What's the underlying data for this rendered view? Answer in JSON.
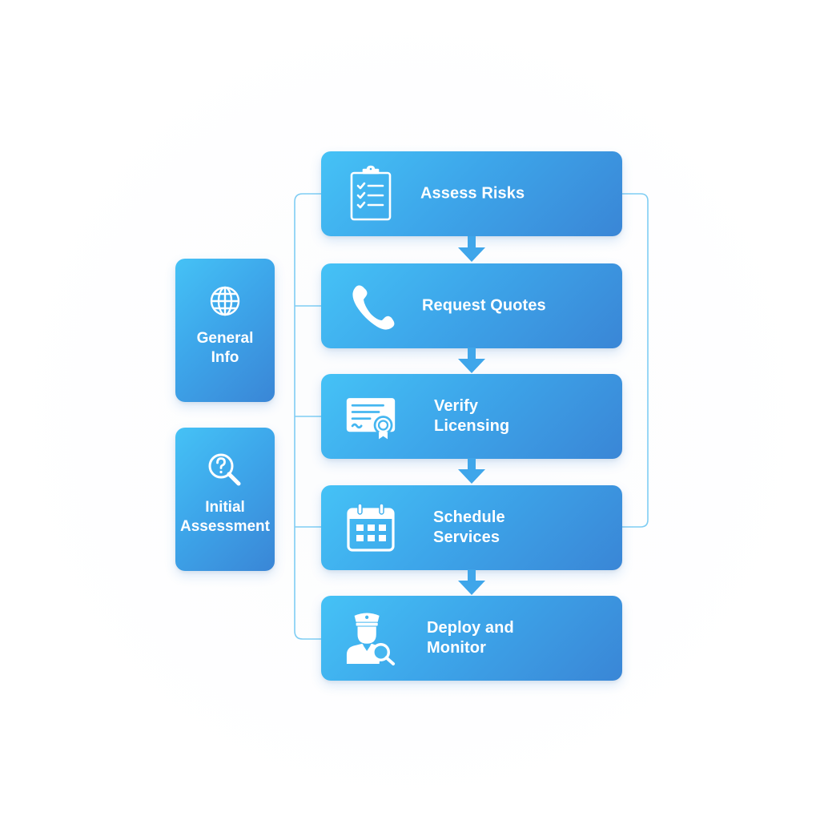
{
  "diagram": {
    "colors": {
      "card_gradient_start": "#45c2f6",
      "card_gradient_mid": "#3da6ea",
      "card_gradient_end": "#3a86d6",
      "connector_line": "#7fcdf3",
      "arrow": "#3fa6ea",
      "text": "#ffffff",
      "background": "#ffffff"
    },
    "side_panels": [
      {
        "id": "general-info",
        "label": "General\nInfo",
        "icon": "globe-icon"
      },
      {
        "id": "initial-assessment",
        "label": "Initial\nAssessment",
        "icon": "search-question-icon"
      }
    ],
    "steps": [
      {
        "order": 1,
        "label": "Assess Risks",
        "icon": "clipboard-checklist-icon"
      },
      {
        "order": 2,
        "label": "Request Quotes",
        "icon": "phone-icon"
      },
      {
        "order": 3,
        "label": "Verify\nLicensing",
        "icon": "certificate-icon"
      },
      {
        "order": 4,
        "label": "Schedule\nServices",
        "icon": "calendar-icon"
      },
      {
        "order": 5,
        "label": "Deploy and\nMonitor",
        "icon": "security-guard-icon"
      }
    ],
    "flow": [
      {
        "from": "Assess Risks",
        "to": "Request Quotes"
      },
      {
        "from": "Request Quotes",
        "to": "Verify Licensing"
      },
      {
        "from": "Verify Licensing",
        "to": "Schedule Services"
      },
      {
        "from": "Schedule Services",
        "to": "Deploy and Monitor"
      }
    ],
    "connectors": {
      "left_bracket": "links all five steps on the left side",
      "right_bracket": "links Assess Risks to Schedule Services on the right side"
    }
  }
}
